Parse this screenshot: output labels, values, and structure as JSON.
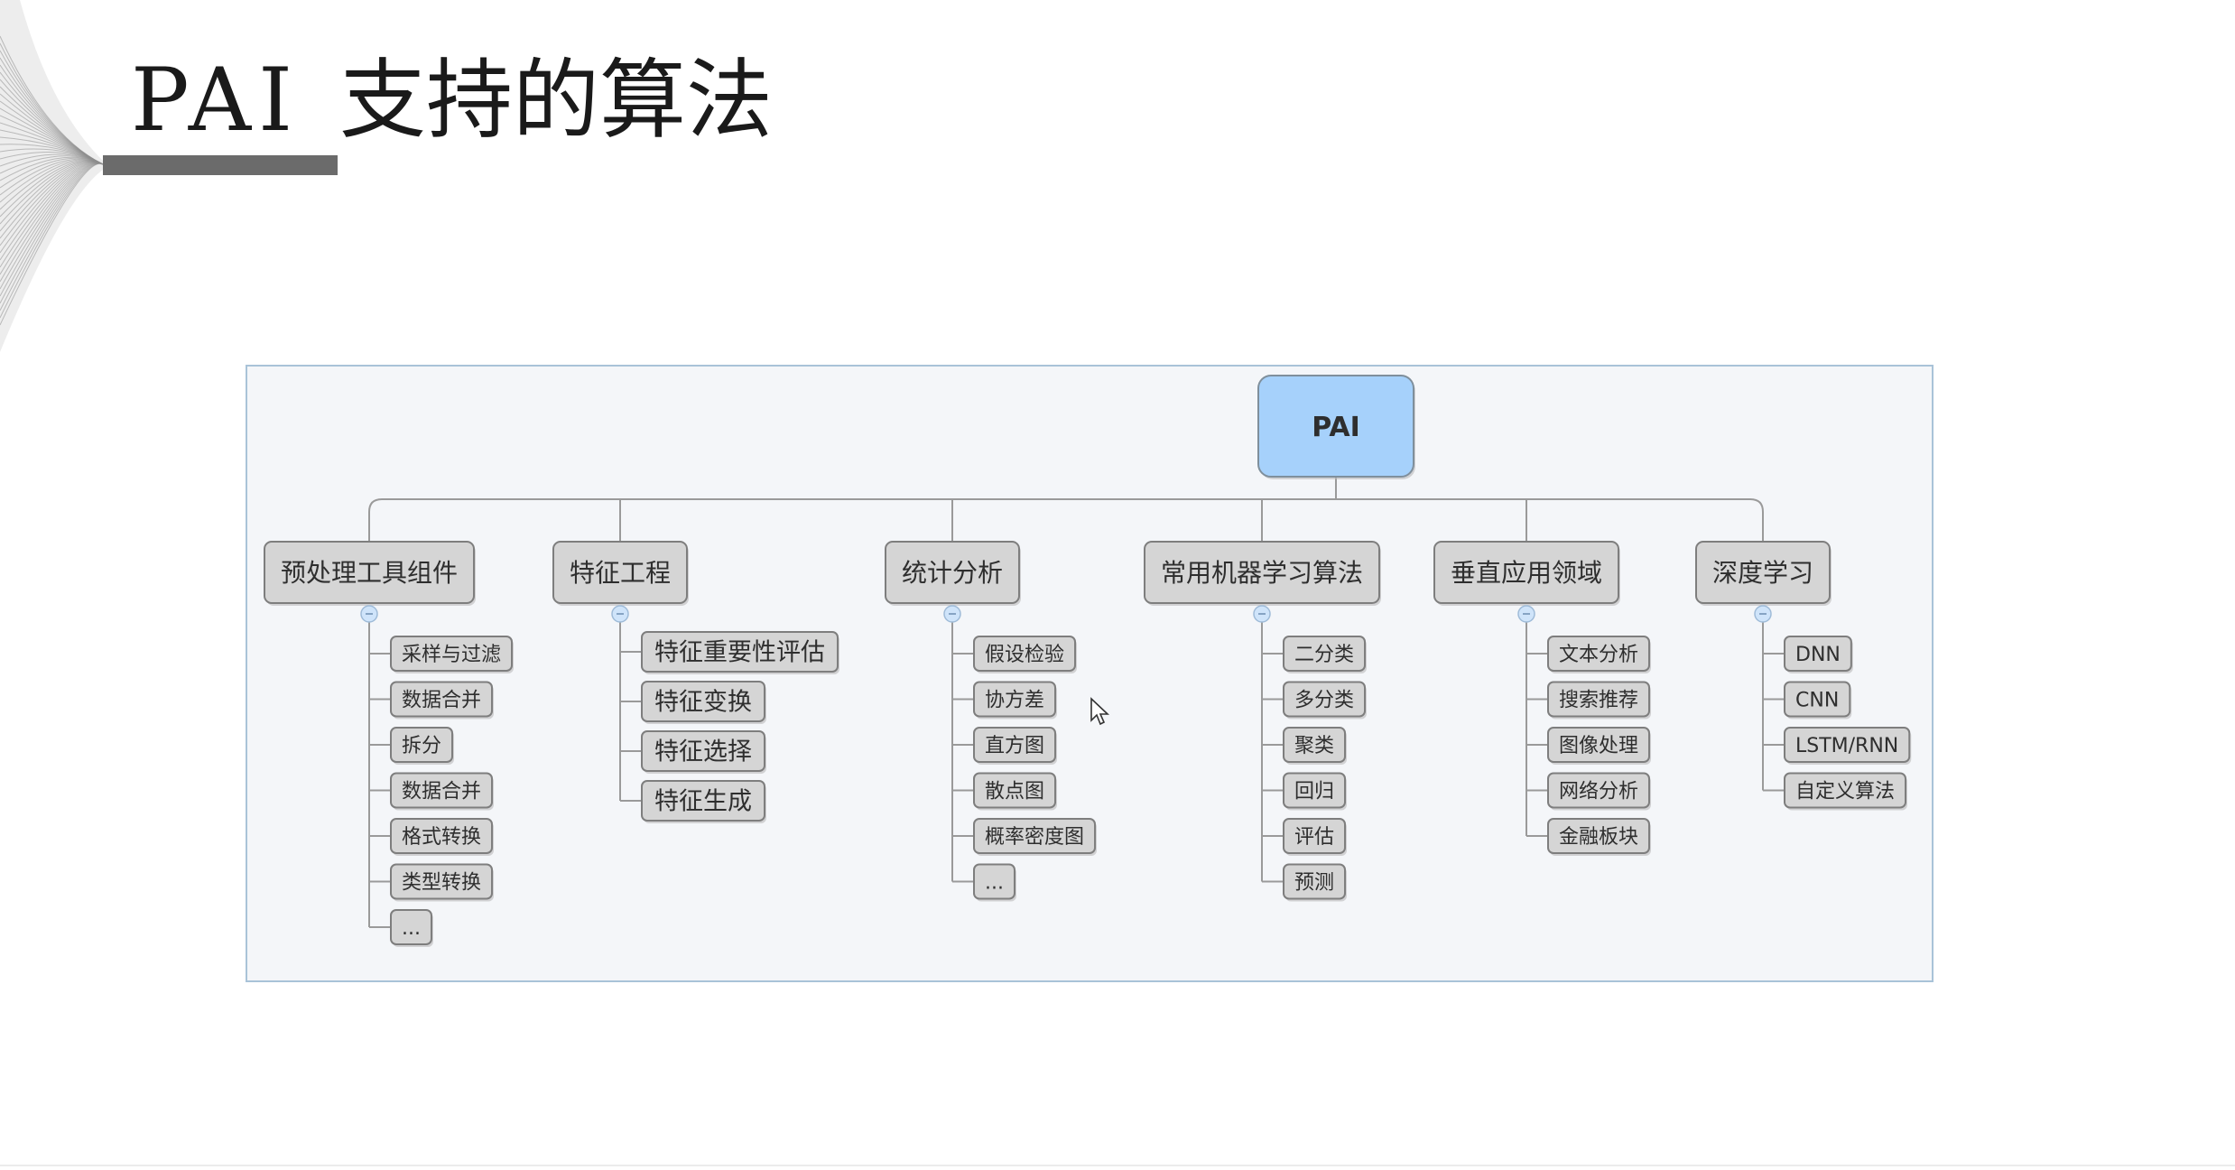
{
  "slide": {
    "title_latin": "PAI",
    "title_cjk": "支持的算法"
  },
  "mindmap": {
    "root": "PAI",
    "categories": [
      {
        "label": "预处理工具组件",
        "items": [
          "采样与过滤",
          "数据合并",
          "拆分",
          "数据合并",
          "格式转换",
          "类型转换",
          "..."
        ]
      },
      {
        "label": "特征工程",
        "items": [
          "特征重要性评估",
          "特征变换",
          "特征选择",
          "特征生成"
        ]
      },
      {
        "label": "统计分析",
        "items": [
          "假设检验",
          "协方差",
          "直方图",
          "散点图",
          "概率密度图",
          "..."
        ]
      },
      {
        "label": "常用机器学习算法",
        "items": [
          "二分类",
          "多分类",
          "聚类",
          "回归",
          "评估",
          "预测"
        ]
      },
      {
        "label": "垂直应用领域",
        "items": [
          "文本分析",
          "搜索推荐",
          "图像处理",
          "网络分析",
          "金融板块"
        ]
      },
      {
        "label": "深度学习",
        "items": [
          "DNN",
          "CNN",
          "LSTM/RNN",
          "自定义算法"
        ]
      }
    ]
  },
  "colors": {
    "root_fill": "#a6d1fb",
    "root_border": "#7f8f9c",
    "node_fill": "#d5d5d5",
    "node_border": "#7e7e7e",
    "connector": "#9a9a9a",
    "collapse_dot": "#cfe4fa"
  }
}
